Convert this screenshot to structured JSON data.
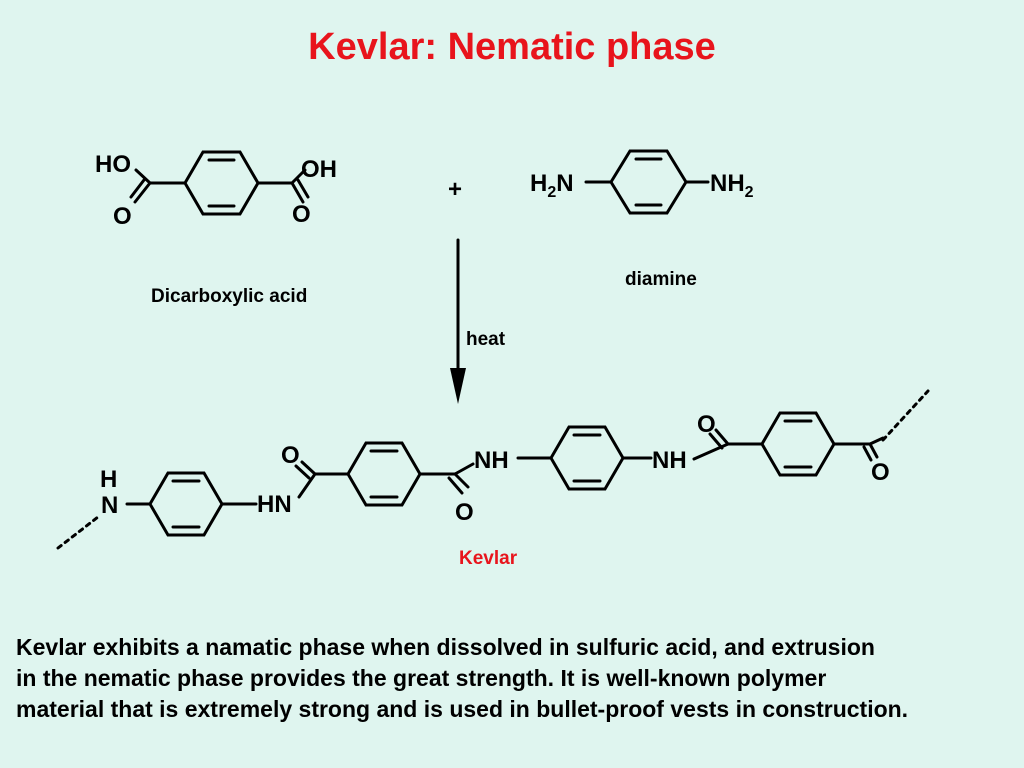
{
  "slide": {
    "title": "Kevlar: Nematic phase"
  },
  "reaction": {
    "reactant1": {
      "label": "Dicarboxylic acid",
      "groups": {
        "ho": "HO",
        "oh": "OH",
        "o_left": "O",
        "o_right": "O"
      }
    },
    "plus": "+",
    "reactant2": {
      "label": "diamine",
      "amine_left": {
        "main": "H",
        "sub": "2",
        "tail": "N"
      },
      "amine_right": {
        "main": "NH",
        "sub": "2"
      }
    },
    "condition": "heat",
    "product": {
      "label": "Kevlar",
      "atoms": {
        "h_top": "H",
        "n_left": "N",
        "hn": "HN",
        "o_first_top": "O",
        "nh_middle": "NH",
        "o_second_bottom": "O",
        "nh_right": "NH",
        "o_third_top": "O",
        "o_fourth_bottom": "O"
      }
    }
  },
  "description": {
    "lines": [
      "Kevlar exhibits a namatic phase when dissolved in sulfuric acid, and extrusion",
      "in the nematic phase provides the great strength. It is well-known polymer",
      "material that is extremely strong and is used in bullet-proof vests in construction."
    ]
  },
  "colors": {
    "background": "#dff5ef",
    "title": "#e8141c",
    "product_label": "#e8141c",
    "ink": "#000000"
  }
}
